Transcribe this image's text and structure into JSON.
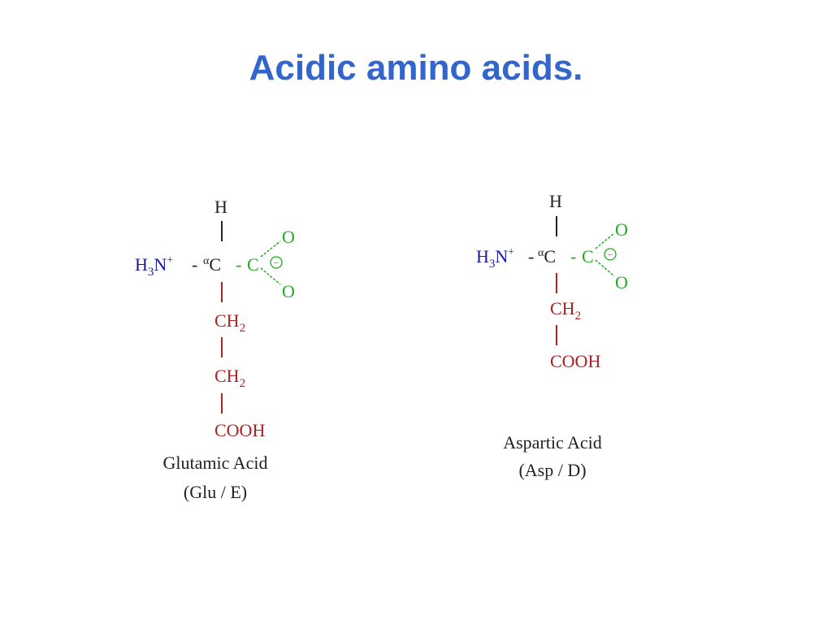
{
  "slide": {
    "title": "Acidic amino acids."
  },
  "colors": {
    "title": "#3366cc",
    "amino": "#1a1aa6",
    "backbone": "#222222",
    "carboxylate": "#22aa22",
    "side_chain": "#aa2222",
    "label": "#222222"
  },
  "glutamic": {
    "h": "H",
    "bar": "|",
    "amino_base": "H",
    "amino_sub": "3",
    "amino_tail": "N",
    "amino_charge": "+",
    "dash": "-",
    "alpha": "α",
    "c_alpha": "C",
    "c_carb": "C",
    "o_top": "O",
    "o_bottom": "O",
    "minus": "−",
    "ch2_base": "CH",
    "ch2_sub": "2",
    "cooh": "COOH",
    "name": "Glutamic Acid",
    "code": "(Glu / E)"
  },
  "aspartic": {
    "h": "H",
    "bar": "|",
    "amino_base": "H",
    "amino_sub": "3",
    "amino_tail": "N",
    "amino_charge": "+",
    "dash": "-",
    "alpha": "α",
    "c_alpha": "C",
    "c_carb": "C",
    "o_top": "O",
    "o_bottom": "O",
    "minus": "−",
    "ch2_base": "CH",
    "ch2_sub": "2",
    "cooh": "COOH",
    "name": "Aspartic Acid",
    "code": "(Asp / D)"
  }
}
